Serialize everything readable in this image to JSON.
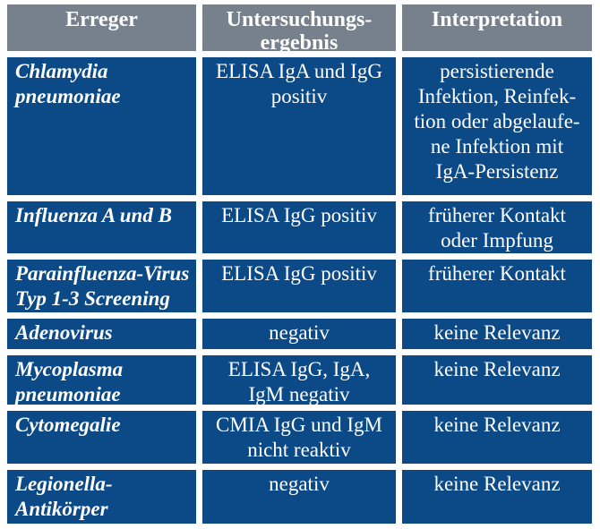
{
  "colors": {
    "header_bg": "#77818D",
    "cell_bg": "#0B4A87",
    "text": "#FFFFFF",
    "page_bg": "#FFFFFF"
  },
  "table": {
    "columns": [
      {
        "label": "Erreger"
      },
      {
        "label": "Untersuchungs-\nergebnis"
      },
      {
        "label": "Interpretation"
      }
    ],
    "rows": [
      {
        "erreger": "Chlamydia\npneumoniae",
        "ergebnis": "ELISA IgA und IgG\npositiv",
        "interpretation": "persistierende\nInfektion, Reinfek-\ntion oder abgelaufe-\nne Infektion mit\nIgA-Persistenz"
      },
      {
        "erreger": "Influenza A und B",
        "ergebnis": "ELISA IgG positiv",
        "interpretation": "früherer Kontakt\noder Impfung"
      },
      {
        "erreger": "Parainfluenza-Virus\nTyp 1-3 Screening",
        "ergebnis": "ELISA IgG positiv",
        "interpretation": "früherer Kontakt"
      },
      {
        "erreger": "Adenovirus",
        "ergebnis": "negativ",
        "interpretation": "keine Relevanz"
      },
      {
        "erreger": "Mycoplasma\npneumoniae",
        "ergebnis": "ELISA IgG, IgA,\nIgM negativ",
        "interpretation": "keine Relevanz"
      },
      {
        "erreger": "Cytomegalie",
        "ergebnis": "CMIA IgG und IgM\nnicht reaktiv",
        "interpretation": "keine Relevanz"
      },
      {
        "erreger": "Legionella-\nAntikörper",
        "ergebnis": "negativ",
        "interpretation": "keine Relevanz"
      }
    ]
  }
}
